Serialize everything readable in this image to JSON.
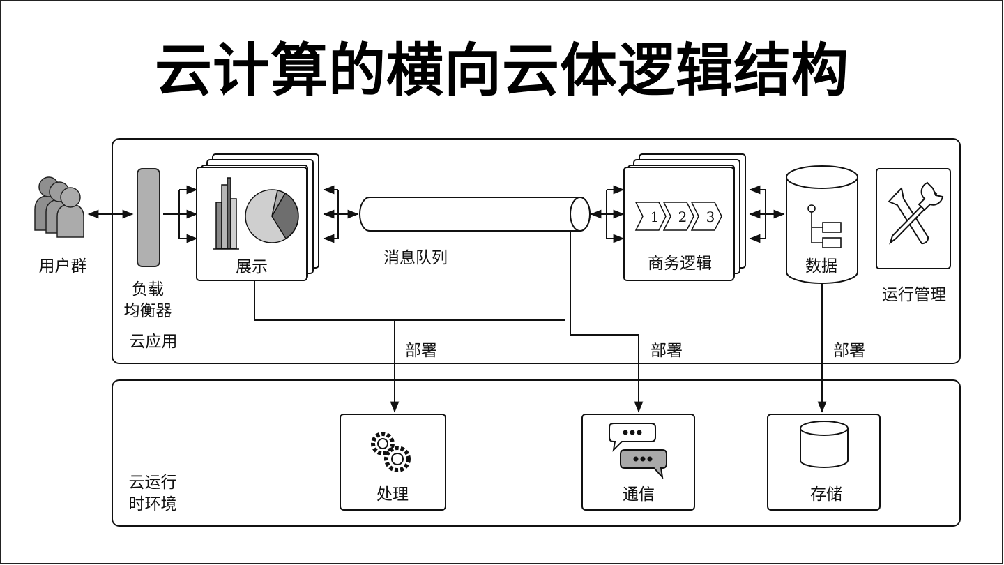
{
  "title": "云计算的横向云体逻辑结构",
  "app_layer": {
    "label": "云应用",
    "nodes": {
      "users": "用户群",
      "load_balancer_line1": "负载",
      "load_balancer_line2": "均衡器",
      "presentation": "展示",
      "message_queue": "消息队列",
      "business_logic": "商务逻辑",
      "data": "数据",
      "ops_management": "运行管理"
    },
    "process_steps": [
      "1",
      "2",
      "3"
    ]
  },
  "deploy_labels": [
    "部署",
    "部署",
    "部署"
  ],
  "runtime_layer": {
    "label_line1": "云运行",
    "label_line2": "时环境",
    "nodes": {
      "processing": "处理",
      "communication": "通信",
      "storage": "存储"
    }
  },
  "icons": [
    "users-icon",
    "pie-chart-icon",
    "bar-chart-icon",
    "chevron-steps-icon",
    "database-icon",
    "tools-icon",
    "gears-icon",
    "chat-bubbles-icon",
    "storage-cylinder-icon"
  ],
  "colors": {
    "stroke": "#111111",
    "gray_light": "#cfcfcf",
    "gray_mid": "#a9a9a9",
    "gray_dark": "#6e6e6e"
  }
}
